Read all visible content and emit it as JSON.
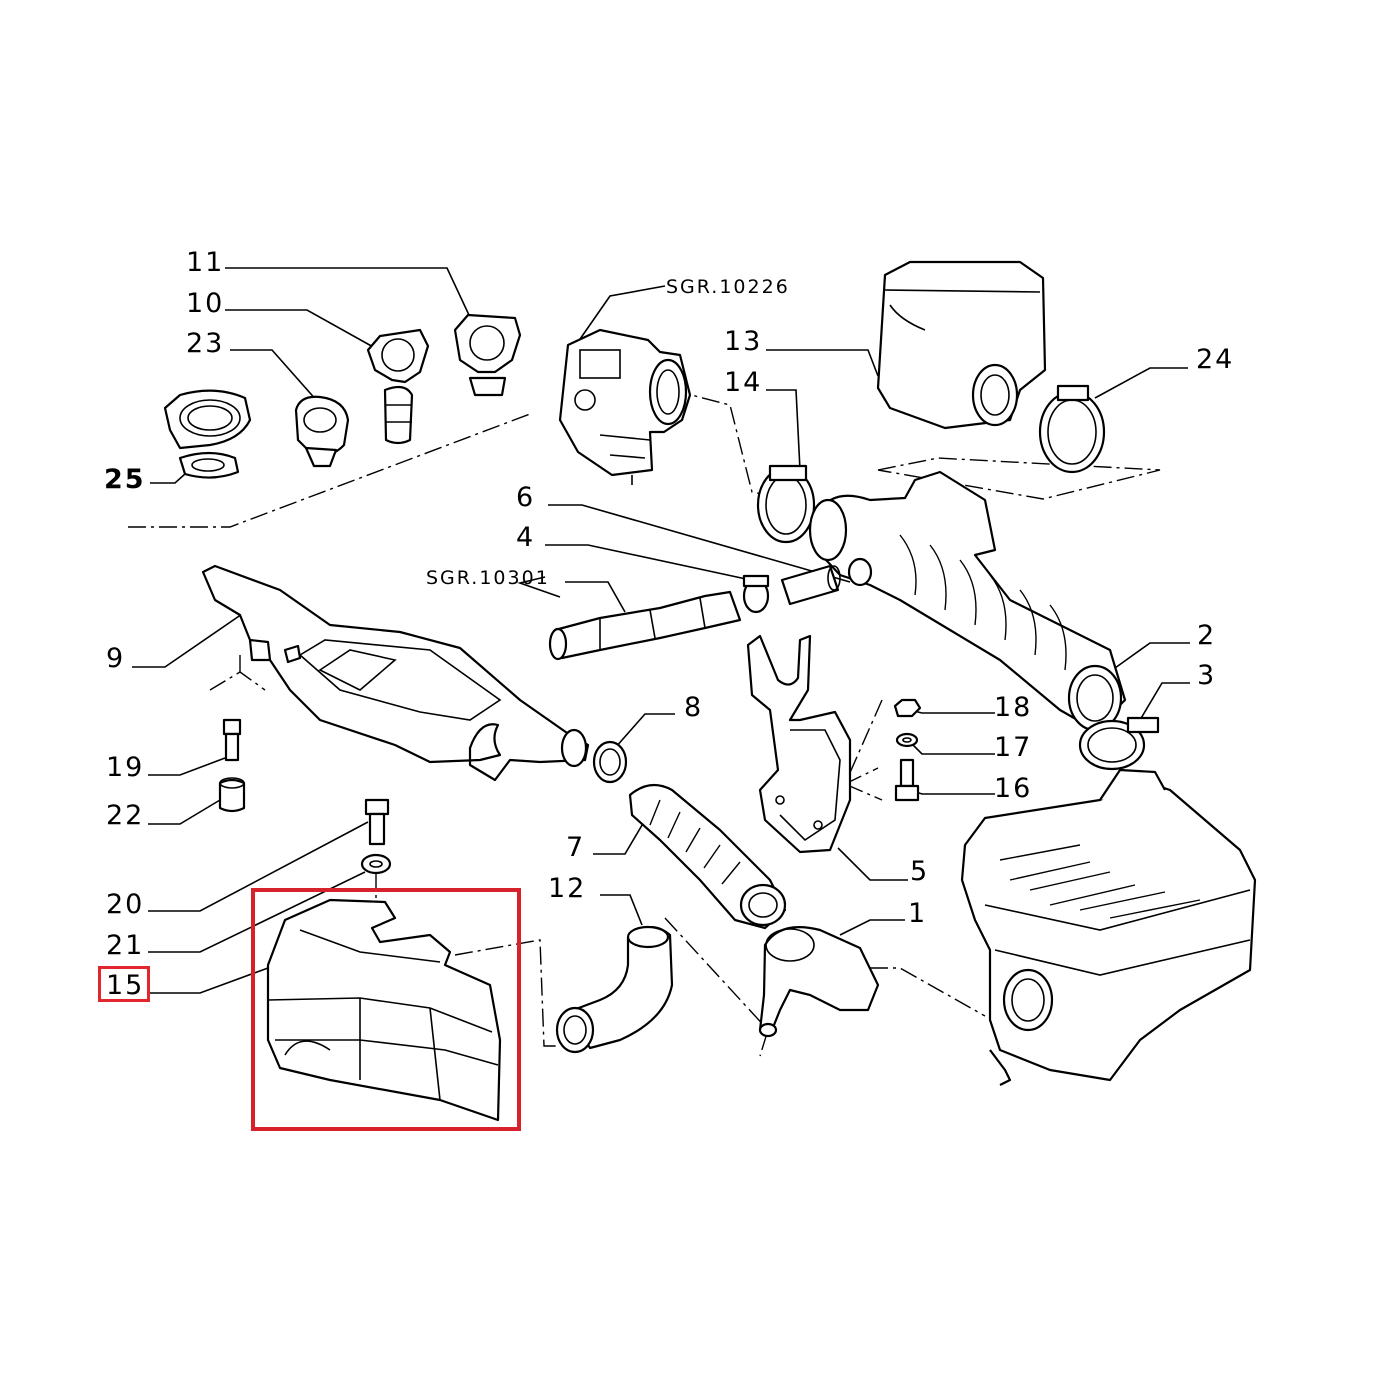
{
  "diagram": {
    "labels": [
      {
        "id": "11",
        "text": "11"
      },
      {
        "id": "10",
        "text": "10"
      },
      {
        "id": "23",
        "text": "23"
      },
      {
        "id": "25",
        "text": "25"
      },
      {
        "id": "13",
        "text": "13"
      },
      {
        "id": "14",
        "text": "14"
      },
      {
        "id": "24",
        "text": "24"
      },
      {
        "id": "6",
        "text": "6"
      },
      {
        "id": "4",
        "text": "4"
      },
      {
        "id": "9",
        "text": "9"
      },
      {
        "id": "2",
        "text": "2"
      },
      {
        "id": "3",
        "text": "3"
      },
      {
        "id": "8",
        "text": "8"
      },
      {
        "id": "18",
        "text": "18"
      },
      {
        "id": "17",
        "text": "17"
      },
      {
        "id": "16",
        "text": "16"
      },
      {
        "id": "19",
        "text": "19"
      },
      {
        "id": "22",
        "text": "22"
      },
      {
        "id": "7",
        "text": "7"
      },
      {
        "id": "5",
        "text": "5"
      },
      {
        "id": "20",
        "text": "20"
      },
      {
        "id": "12",
        "text": "12"
      },
      {
        "id": "1",
        "text": "1"
      },
      {
        "id": "21",
        "text": "21"
      },
      {
        "id": "15",
        "text": "15"
      }
    ],
    "references": [
      {
        "id": "sgr-10226",
        "text": "SGR.10226"
      },
      {
        "id": "sgr-10301",
        "text": "SGR.10301"
      }
    ],
    "highlighted_part": "15",
    "highlight_color": "#d7222b"
  }
}
